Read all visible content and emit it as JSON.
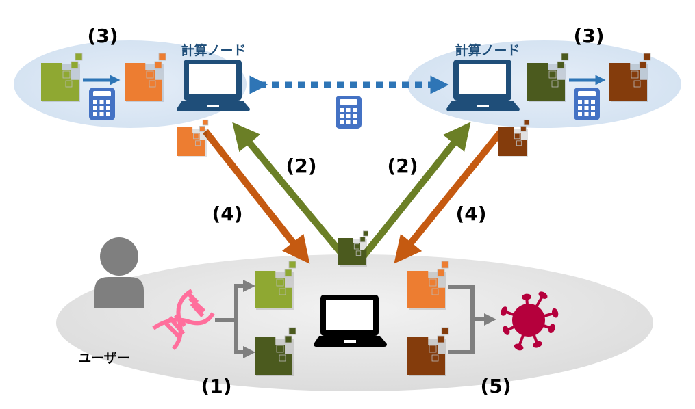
{
  "labels": {
    "node_left": "計算ノード",
    "node_right": "計算ノード",
    "step3_left": "(3)",
    "step3_right": "(3)",
    "step2_left": "(2)",
    "step2_right": "(2)",
    "step4_left": "(4)",
    "step4_right": "(4)",
    "step1": "(1)",
    "step5": "(5)",
    "user": "ユーザー"
  },
  "colors": {
    "light_green": "#8fa832",
    "dark_green": "#4b5a1e",
    "orange": "#ed7d31",
    "brown": "#843c0c",
    "node_blue": "#1f4e79",
    "arrow_blue": "#2e75b6",
    "calculator": "#4472c4",
    "arrow_green": "#6b7f26",
    "arrow_orange": "#c55a11",
    "virus": "#b5003c",
    "dna": "#ff6f9c"
  },
  "icons": [
    "block-data-icon",
    "calculator-icon",
    "laptop-icon",
    "user-icon",
    "dna-icon",
    "virus-icon"
  ]
}
